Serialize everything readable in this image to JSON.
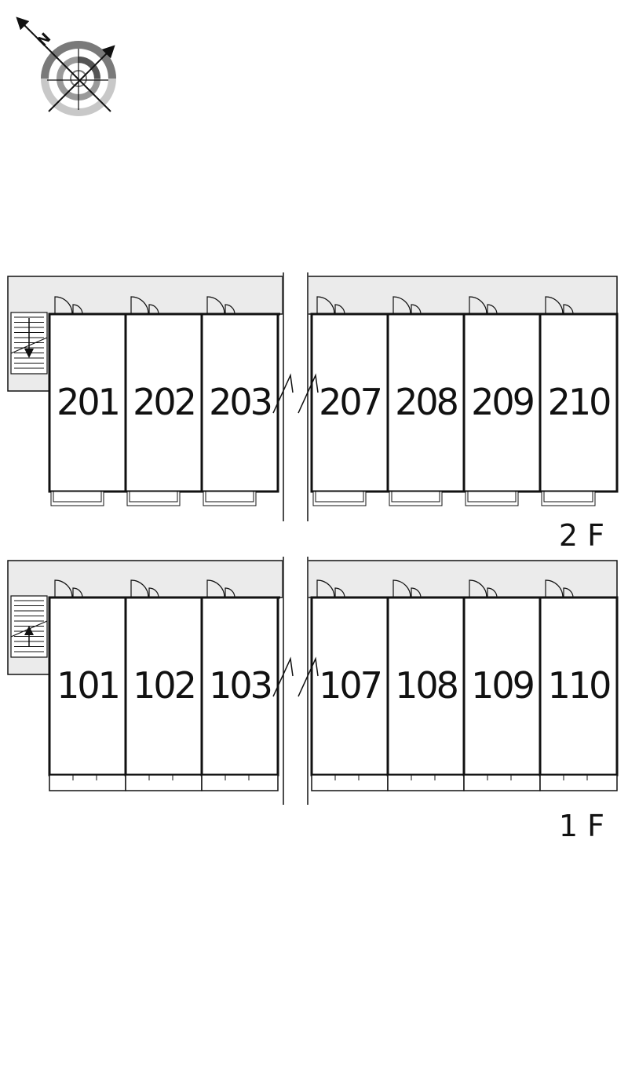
{
  "compass": {
    "north_letter": "N",
    "icon": "compass-rose-icon"
  },
  "floors": [
    {
      "label": "2 F",
      "left_rooms": [
        "201",
        "202",
        "203"
      ],
      "right_rooms": [
        "207",
        "208",
        "209",
        "210"
      ],
      "stair_arrow": "down"
    },
    {
      "label": "1 F",
      "left_rooms": [
        "101",
        "102",
        "103"
      ],
      "right_rooms": [
        "107",
        "108",
        "109",
        "110"
      ],
      "stair_arrow": "up"
    }
  ],
  "colors": {
    "corridor": "#ebebeb",
    "wall": "#111111"
  }
}
